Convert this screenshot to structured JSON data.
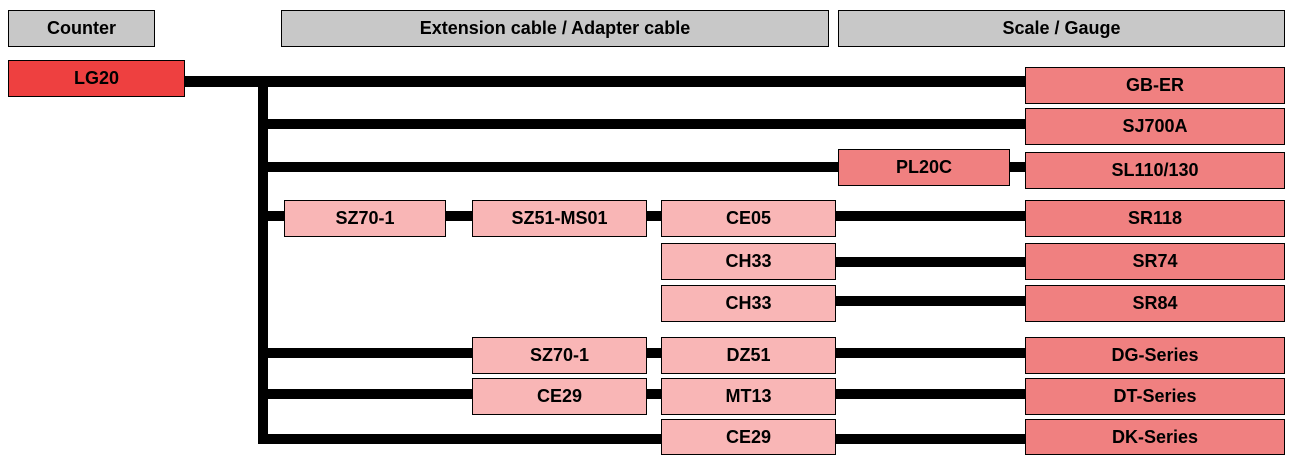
{
  "headers": {
    "counter": "Counter",
    "cables": "Extension cable / Adapter cable",
    "scales": "Scale / Gauge"
  },
  "counter": "LG20",
  "rows": [
    {
      "adapters": [],
      "scale": "GB-ER"
    },
    {
      "adapters": [],
      "scale": "SJ700A"
    },
    {
      "adapters": [
        "PL20C"
      ],
      "scale": "SL110/130"
    },
    {
      "adapters": [
        "SZ70-1",
        "SZ51-MS01",
        "CE05"
      ],
      "scale": "SR118"
    },
    {
      "adapters": [
        "CH33"
      ],
      "scale": "SR74"
    },
    {
      "adapters": [
        "CH33"
      ],
      "scale": "SR84"
    },
    {
      "adapters": [
        "SZ70-1",
        "DZ51"
      ],
      "scale": "DG-Series"
    },
    {
      "adapters": [
        "CE29",
        "MT13"
      ],
      "scale": "DT-Series"
    },
    {
      "adapters": [
        "CE29"
      ],
      "scale": "DK-Series"
    }
  ],
  "colors": {
    "header": "#c8c8c8",
    "counter": "#ee4040",
    "scale": "#f08080",
    "adapter_light": "#f9b6b6",
    "adapter_dark": "#f08080",
    "line": "#000000"
  }
}
